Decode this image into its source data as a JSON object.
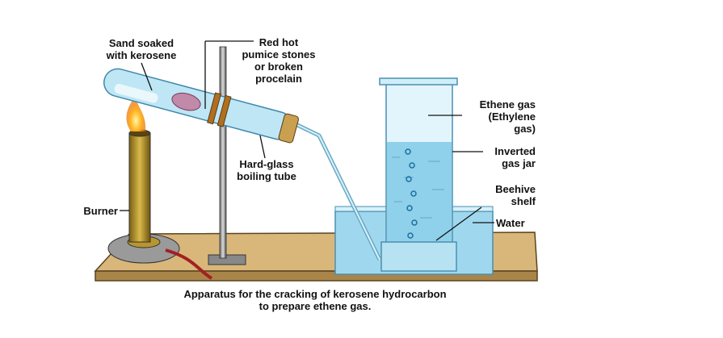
{
  "labels": {
    "sand_1": "Sand soaked",
    "sand_2": "with kerosene",
    "pumice_1": "Red hot",
    "pumice_2": "pumice stones",
    "pumice_3": "or broken",
    "pumice_4": "procelain",
    "tube_1": "Hard-glass",
    "tube_2": "boiling tube",
    "burner": "Burner",
    "ethene_1": "Ethene gas",
    "ethene_2": "(Ethylene",
    "ethene_3": "gas)",
    "jar_1": "Inverted",
    "jar_2": "gas jar",
    "shelf_1": "Beehive",
    "shelf_2": "shelf",
    "water": "Water"
  },
  "caption": {
    "line1": "Apparatus for the cracking of kerosene hydrocarbon",
    "line2": "to prepare ethene gas."
  },
  "colors": {
    "water": "#9fd8ee",
    "board": "#d9b77a",
    "burner": "#b8962e",
    "glass": "#bfe6f5"
  }
}
